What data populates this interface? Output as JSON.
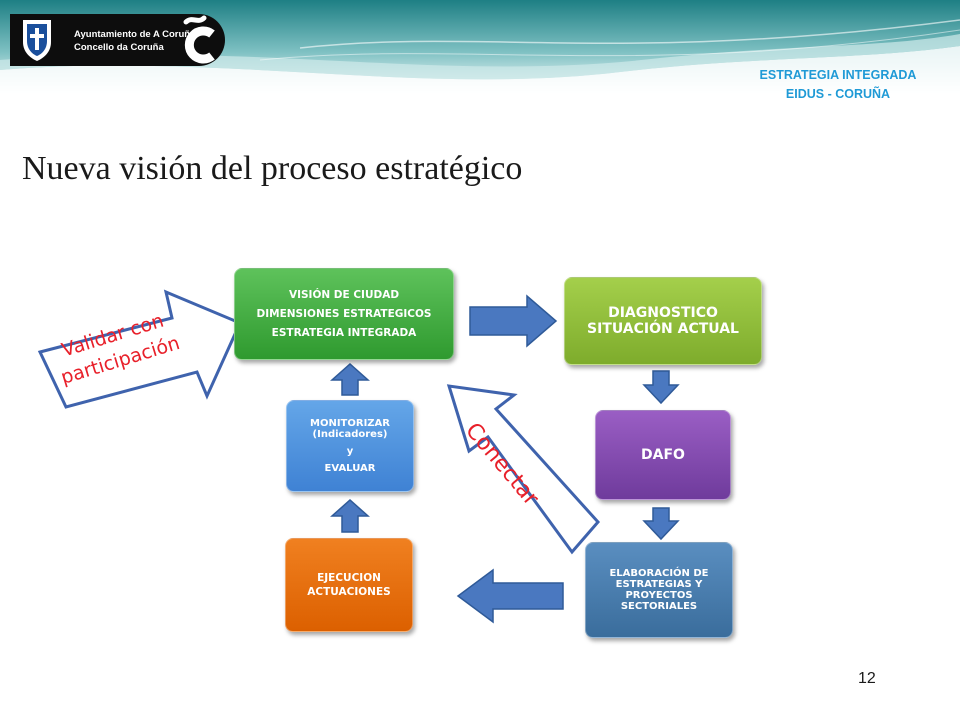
{
  "header": {
    "logo_line1": "Ayuntamiento de A Coruña",
    "logo_line2": "Concello da Coruña",
    "logo_mark_icon": "c-tilde-logo-icon",
    "shield_icon": "city-shield-icon",
    "strategy_line1": "ESTRATEGIA INTEGRADA",
    "strategy_line2": "EIDUS - CORUÑA"
  },
  "slide": {
    "title": "Nueva visión del proceso estratégico",
    "page_number": "12"
  },
  "diagram": {
    "vision_box": {
      "line1": "VISIÓN DE CIUDAD",
      "line2": "DIMENSIONES ESTRATEGICOS",
      "line3": "ESTRATEGIA INTEGRADA",
      "color": "#3aa63a"
    },
    "diagnostico_box": {
      "label": "DIAGNOSTICO SITUACIÓN ACTUAL",
      "color": "#8cbc35"
    },
    "dafo_box": {
      "label": "DAFO",
      "color": "#7f47ac"
    },
    "elaboracion_box": {
      "label": "ELABORACIÓN DE ESTRATEGIAS Y PROYECTOS SECTORIALES",
      "color": "#4a7eb0"
    },
    "ejecucion_box": {
      "line1": "EJECUCION",
      "line2": "ACTUACIONES",
      "color": "#e86e0c"
    },
    "monitor_box": {
      "line1": "MONITORIZAR (Indicadores)",
      "line2": "y",
      "line3": "EVALUAR",
      "color": "#4a90de"
    },
    "arrow_color": "#4a78c0",
    "validar_line1": "Validar con",
    "validar_line2": "participación",
    "conectar": "Conectar",
    "callout_color": "#e8202a"
  }
}
